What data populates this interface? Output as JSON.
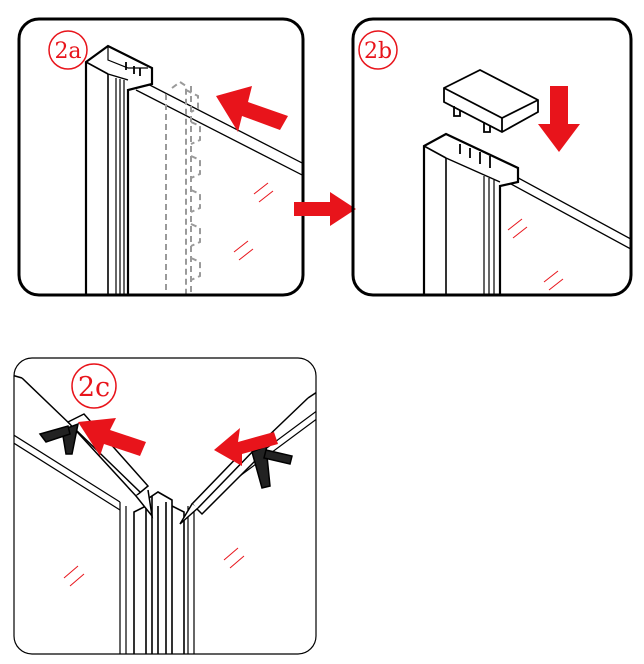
{
  "steps": [
    {
      "label": "2a"
    },
    {
      "label": "2b"
    },
    {
      "label": "2c"
    }
  ],
  "colors": {
    "accent": "#e8141b",
    "line": "#000000",
    "ghost": "#9a9a9a",
    "background": "#ffffff"
  },
  "icons": [
    "arrow-left-icon",
    "arrow-down-icon",
    "arrow-right-icon",
    "silicone-gun-icon"
  ]
}
